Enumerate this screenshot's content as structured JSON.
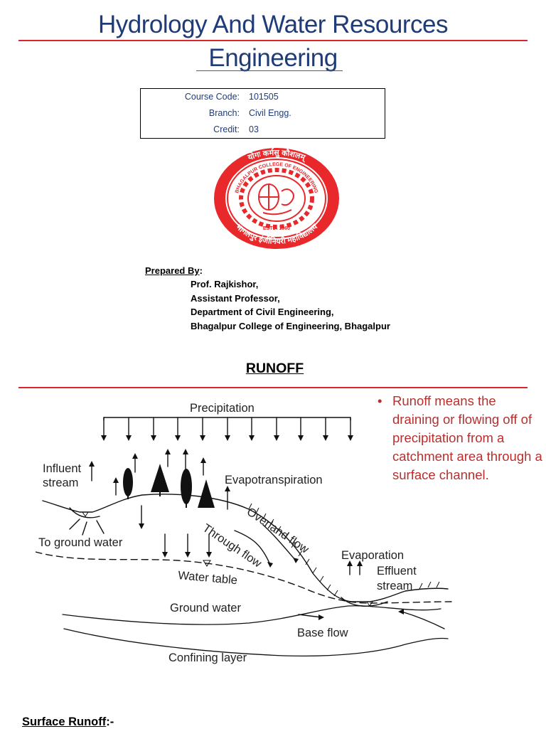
{
  "title": {
    "line1": "Hydrology And Water Resources",
    "line2": "Engineering"
  },
  "course_info": [
    {
      "label": "Course Code:",
      "value": "101505"
    },
    {
      "label": "Branch:",
      "value": "Civil Engg."
    },
    {
      "label": "Credit:",
      "value": "03"
    }
  ],
  "logo": {
    "top_text": "योगः कर्मसु कौशलम्",
    "ring_text": "BHAGALPUR COLLEGE OF ENGINEERING",
    "estd": "ESTD. 1960",
    "bottom_text": "भागलपुर इंजीनियरी महाविद्यालय",
    "color": "#e8282b"
  },
  "prepared_by": {
    "label": "Prepared By",
    "lines": [
      "Prof. Rajkishor,",
      "Assistant Professor,",
      "Department of Civil Engineering,",
      "Bhagalpur College of Engineering, Bhagalpur"
    ]
  },
  "section_heading": "RUNOFF",
  "bullet_text": "Runoff means the draining or flowing off of precipitation from a catchment area through a surface channel.",
  "diagram_labels": {
    "precipitation": "Precipitation",
    "influent_stream_1": "Influent",
    "influent_stream_2": "stream",
    "evapotranspiration": "Evapotranspiration",
    "overland_flow": "Overland flow",
    "through_flow": "Through flow",
    "to_ground_water": "To ground water",
    "evaporation": "Evaporation",
    "effluent_stream_1": "Effluent",
    "effluent_stream_2": "stream",
    "water_table": "Water table",
    "ground_water": "Ground water",
    "base_flow": "Base flow",
    "confining_layer": "Confining layer"
  },
  "next_heading": "Surface Runoff",
  "next_heading_suffix": ":-",
  "colors": {
    "title_blue": "#1f3c78",
    "rule_red": "#d9262b",
    "bullet_red": "#b5302e"
  }
}
